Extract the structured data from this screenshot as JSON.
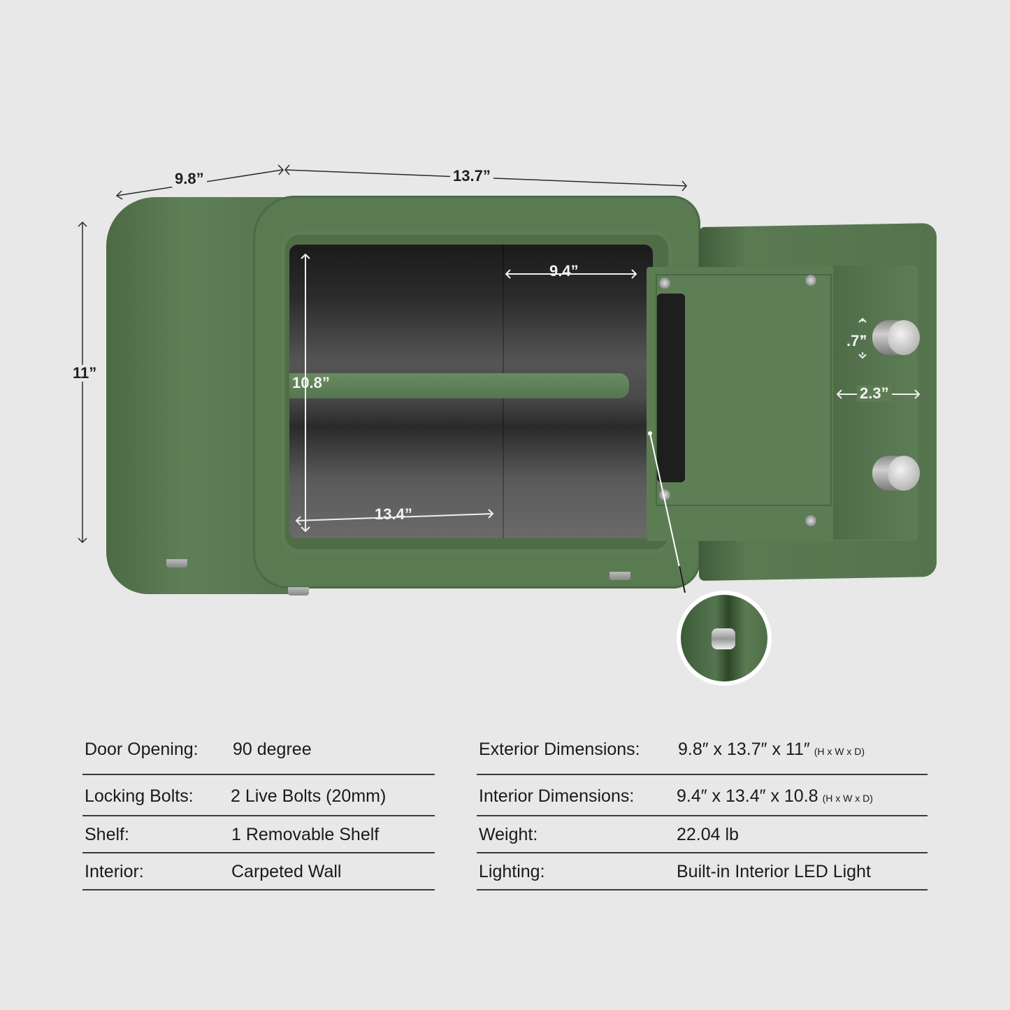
{
  "diagram": {
    "exterior_dimensions": {
      "depth_label": "9.8”",
      "width_label": "13.7”",
      "height_label": "11”"
    },
    "interior_dimensions": {
      "depth_label": "9.4”",
      "height_label": "10.8”",
      "width_label": "13.4”"
    },
    "bolt_dimensions": {
      "diameter_label": ".7”",
      "spacing_label": "2.3”"
    },
    "colors": {
      "safe_green": "#5a7a52",
      "background": "#e8e8e8",
      "interior_carpet": "#4a4a4a"
    }
  },
  "specs": {
    "left": [
      {
        "label": "Door Opening:",
        "value": "90 degree"
      },
      {
        "label": "Locking Bolts:",
        "value": "2 Live Bolts (20mm)"
      },
      {
        "label": "Shelf:",
        "value": "1 Removable Shelf"
      },
      {
        "label": "Interior:",
        "value": "Carpeted Wall"
      }
    ],
    "right": [
      {
        "label": "Exterior Dimensions:",
        "value": "9.8″ x 13.7″ x 11″",
        "hint": "(H x W x D)"
      },
      {
        "label": "Interior Dimensions:",
        "value": "9.4″ x 13.4″ x 10.8",
        "hint": "(H x W x D)"
      },
      {
        "label": "Weight:",
        "value": "22.04 lb"
      },
      {
        "label": "Lighting:",
        "value": "Built-in Interior LED Light"
      }
    ]
  }
}
